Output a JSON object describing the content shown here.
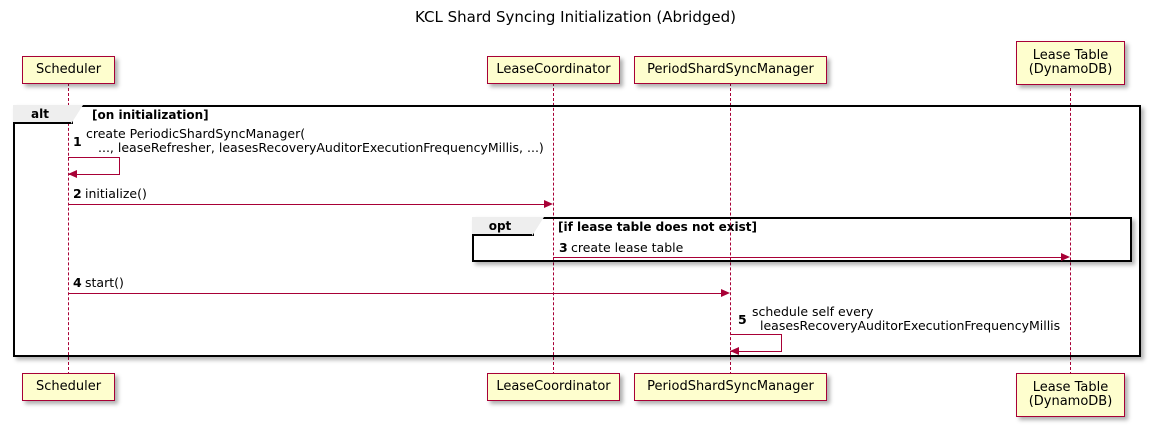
{
  "title": "KCL Shard Syncing Initialization (Abridged)",
  "colors": {
    "participant_fill": "#FEFECE",
    "participant_border": "#A80036",
    "arrow": "#A80036",
    "fragment_border": "#000000",
    "fragment_label_fill": "#EEEEEE",
    "background": "#FFFFFF"
  },
  "participants": [
    {
      "id": "scheduler",
      "label_line1": "Scheduler",
      "label_line2": ""
    },
    {
      "id": "lease-coordinator",
      "label_line1": "LeaseCoordinator",
      "label_line2": ""
    },
    {
      "id": "period-shard-sync-manager",
      "label_line1": "PeriodShardSyncManager",
      "label_line2": ""
    },
    {
      "id": "lease-table",
      "label_line1": "Lease Table",
      "label_line2": "(DynamoDB)"
    }
  ],
  "fragments": [
    {
      "id": "alt",
      "operator": "alt",
      "guard": "[on initialization]"
    },
    {
      "id": "opt",
      "operator": "opt",
      "guard": "[if lease table does not exist]"
    }
  ],
  "messages": [
    {
      "number": "1",
      "from": "scheduler",
      "to": "scheduler",
      "kind": "self",
      "text_line1": "create PeriodicShardSyncManager(",
      "text_line2": "..., leaseRefresher, leasesRecoveryAuditorExecutionFrequencyMillis, ...)"
    },
    {
      "number": "2",
      "from": "scheduler",
      "to": "lease-coordinator",
      "kind": "call",
      "text_line1": "initialize()",
      "text_line2": ""
    },
    {
      "number": "3",
      "from": "lease-coordinator",
      "to": "lease-table",
      "kind": "call",
      "text_line1": "create lease table",
      "text_line2": ""
    },
    {
      "number": "4",
      "from": "scheduler",
      "to": "period-shard-sync-manager",
      "kind": "call",
      "text_line1": "start()",
      "text_line2": ""
    },
    {
      "number": "5",
      "from": "period-shard-sync-manager",
      "to": "period-shard-sync-manager",
      "kind": "self",
      "text_line1": "schedule self every",
      "text_line2": "leasesRecoveryAuditorExecutionFrequencyMillis"
    }
  ]
}
